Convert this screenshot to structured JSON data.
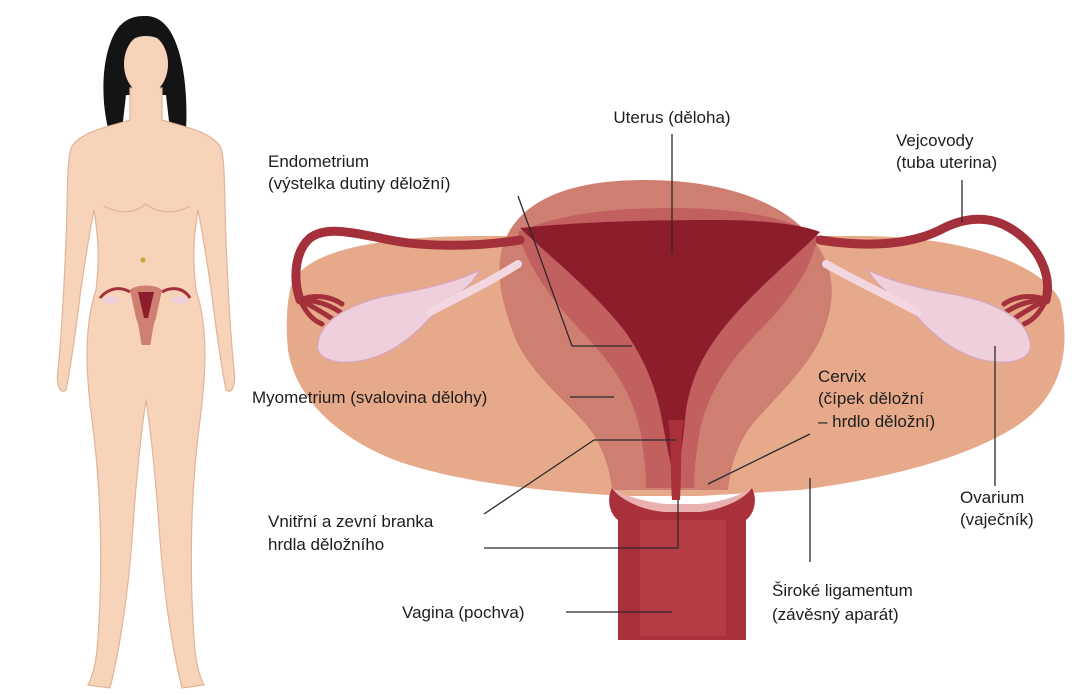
{
  "labels": {
    "uterus": "Uterus (děloha)",
    "endometrium_1": "Endometrium",
    "endometrium_2": "(výstelka dutiny děložní)",
    "tubes_1": "Vejcovody",
    "tubes_2": "(tuba uterina)",
    "myometrium": "Myometrium (svalovina dělohy)",
    "cervix_1": "Cervix",
    "cervix_2": "(čípek děložní",
    "cervix_3": "– hrdlo děložní)",
    "ovary_1": "Ovarium",
    "ovary_2": "(vaječník)",
    "os_1": "Vnitřní a zevní branka",
    "os_2": "hrdla děložního",
    "ligament_1": "Široké ligamentum",
    "ligament_2": "(závěsný aparát)",
    "vagina": "Vagina (pochva)"
  },
  "colors": {
    "skin": "#f7d3b9",
    "skin_outline": "#e2b497",
    "hair": "#141414",
    "uterus_outer": "#cf7f72",
    "uterus_wall": "#c25f5f",
    "cavity": "#8e1d2b",
    "ligament": "#e6a98a",
    "ovary": "#efcfdc",
    "tube": "#a4303b",
    "vagina": "#a9313b",
    "leader": "#2b2b2b"
  }
}
